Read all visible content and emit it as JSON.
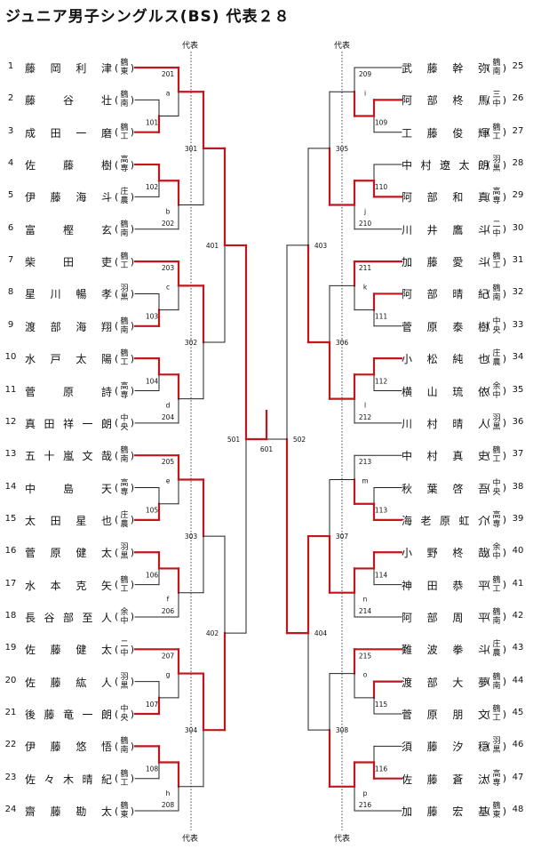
{
  "title": "ジュニア男子シングルス(BS) 代表２８",
  "daihyo_label": "代表",
  "left_players": [
    {
      "num": "1",
      "name": "藤岡利津",
      "school": "鶴東"
    },
    {
      "num": "2",
      "name": "藤谷 壮",
      "school": "鶴南"
    },
    {
      "num": "3",
      "name": "成田一磨",
      "school": "鶴工"
    },
    {
      "num": "4",
      "name": "佐藤 樹",
      "school": "高専"
    },
    {
      "num": "5",
      "name": "伊藤海斗",
      "school": "庄農"
    },
    {
      "num": "6",
      "name": "富樫 玄",
      "school": "鶴南"
    },
    {
      "num": "7",
      "name": "柴田 吏",
      "school": "鶴工"
    },
    {
      "num": "8",
      "name": "星川暢孝",
      "school": "羽黒"
    },
    {
      "num": "9",
      "name": "渡部海翔",
      "school": "鶴南"
    },
    {
      "num": "10",
      "name": "水戸太陽",
      "school": "鶴工"
    },
    {
      "num": "11",
      "name": "菅原 詩",
      "school": "高専"
    },
    {
      "num": "12",
      "name": "真田祥一朗",
      "school": "中央"
    },
    {
      "num": "13",
      "name": "五十嵐文哉",
      "school": "鶴南"
    },
    {
      "num": "14",
      "name": "中島 天",
      "school": "高専"
    },
    {
      "num": "15",
      "name": "太田星也",
      "school": "庄農"
    },
    {
      "num": "16",
      "name": "菅原健太",
      "school": "羽黒"
    },
    {
      "num": "17",
      "name": "水本克矢",
      "school": "鶴工"
    },
    {
      "num": "18",
      "name": "長谷部至人",
      "school": "余中"
    },
    {
      "num": "19",
      "name": "佐藤健太",
      "school": "二中"
    },
    {
      "num": "20",
      "name": "佐藤紘人",
      "school": "羽黒"
    },
    {
      "num": "21",
      "name": "後藤竜一朗",
      "school": "中央"
    },
    {
      "num": "22",
      "name": "伊藤悠悟",
      "school": "鶴南"
    },
    {
      "num": "23",
      "name": "佐々木晴紀",
      "school": "鶴工"
    },
    {
      "num": "24",
      "name": "齋藤勘太",
      "school": "鶴東"
    }
  ],
  "right_players": [
    {
      "num": "25",
      "name": "武藤幹弥",
      "school": "鶴南"
    },
    {
      "num": "26",
      "name": "阿部柊馬",
      "school": "三中"
    },
    {
      "num": "27",
      "name": "工藤俊輝",
      "school": "鶴工"
    },
    {
      "num": "28",
      "name": "中村遼太朗",
      "school": "羽黒"
    },
    {
      "num": "29",
      "name": "阿部和真",
      "school": "高専"
    },
    {
      "num": "30",
      "name": "川井鷹斗",
      "school": "二中"
    },
    {
      "num": "31",
      "name": "加藤愛斗",
      "school": "鶴工"
    },
    {
      "num": "32",
      "name": "阿部晴紀",
      "school": "鶴南"
    },
    {
      "num": "33",
      "name": "菅原泰樹",
      "school": "中央"
    },
    {
      "num": "34",
      "name": "小松純也",
      "school": "庄農"
    },
    {
      "num": "35",
      "name": "横山琉依",
      "school": "余中"
    },
    {
      "num": "36",
      "name": "川村晴人",
      "school": "羽黒"
    },
    {
      "num": "37",
      "name": "中村真史",
      "school": "鶴工"
    },
    {
      "num": "38",
      "name": "秋葉啓吾",
      "school": "中央"
    },
    {
      "num": "39",
      "name": "海老原虹介",
      "school": "高専"
    },
    {
      "num": "40",
      "name": "小野柊哉",
      "school": "余中"
    },
    {
      "num": "41",
      "name": "神田恭平",
      "school": "鶴工"
    },
    {
      "num": "42",
      "name": "阿部周平",
      "school": "鶴南"
    },
    {
      "num": "43",
      "name": "難波拳斗",
      "school": "庄農"
    },
    {
      "num": "44",
      "name": "渡部大夢",
      "school": "鶴南"
    },
    {
      "num": "45",
      "name": "菅原朋文",
      "school": "鶴工"
    },
    {
      "num": "46",
      "name": "須藤汐穏",
      "school": "羽黒"
    },
    {
      "num": "47",
      "name": "佐藤蒼汰",
      "school": "高専"
    },
    {
      "num": "48",
      "name": "加藤宏基",
      "school": "鶴東"
    }
  ],
  "left_blocks": [
    {
      "r1": "101",
      "r2": "201",
      "letter": "a",
      "winners": [
        1,
        1,
        1
      ]
    },
    {
      "r1": "102",
      "r2": "202",
      "letter": "b",
      "winners": [
        1,
        0,
        0
      ]
    },
    {
      "r1": "103",
      "r2": "203",
      "letter": "c",
      "winners": [
        1,
        1,
        1
      ]
    },
    {
      "r1": "104",
      "r2": "204",
      "letter": "d",
      "winners": [
        1,
        0,
        0
      ]
    },
    {
      "r1": "105",
      "r2": "205",
      "letter": "e",
      "winners": [
        1,
        1,
        1
      ]
    },
    {
      "r1": "106",
      "r2": "206",
      "letter": "f",
      "winners": [
        1,
        0,
        0
      ]
    },
    {
      "r1": "107",
      "r2": "207",
      "letter": "g",
      "winners": [
        1,
        1,
        1
      ]
    },
    {
      "r1": "108",
      "r2": "208",
      "letter": "h",
      "winners": [
        1,
        0,
        0
      ]
    }
  ],
  "right_blocks": [
    {
      "r1": "109",
      "r2": "209",
      "letter": "i",
      "winners": [
        0,
        0,
        0
      ]
    },
    {
      "r1": "110",
      "r2": "210",
      "letter": "j",
      "winners": [
        0,
        0,
        1
      ]
    },
    {
      "r1": "111",
      "r2": "211",
      "letter": "k",
      "winners": [
        0,
        1,
        0
      ]
    },
    {
      "r1": "112",
      "r2": "212",
      "letter": "l",
      "winners": [
        1,
        0,
        1
      ]
    },
    {
      "r1": "113",
      "r2": "213",
      "letter": "m",
      "winners": [
        1,
        0,
        0
      ]
    },
    {
      "r1": "114",
      "r2": "214",
      "letter": "n",
      "winners": [
        1,
        0,
        1
      ]
    },
    {
      "r1": "115",
      "r2": "215",
      "letter": "o",
      "winners": [
        0,
        1,
        0
      ]
    },
    {
      "r1": "116",
      "r2": "216",
      "letter": "p",
      "winners": [
        0,
        0,
        1
      ]
    }
  ],
  "left_r3": [
    "301",
    "302",
    "303",
    "304"
  ],
  "right_r3": [
    "305",
    "306",
    "307",
    "308"
  ],
  "left_r4": [
    "401",
    "402"
  ],
  "right_r4": [
    "403",
    "404"
  ],
  "semis": [
    "501",
    "502"
  ],
  "final": "601"
}
